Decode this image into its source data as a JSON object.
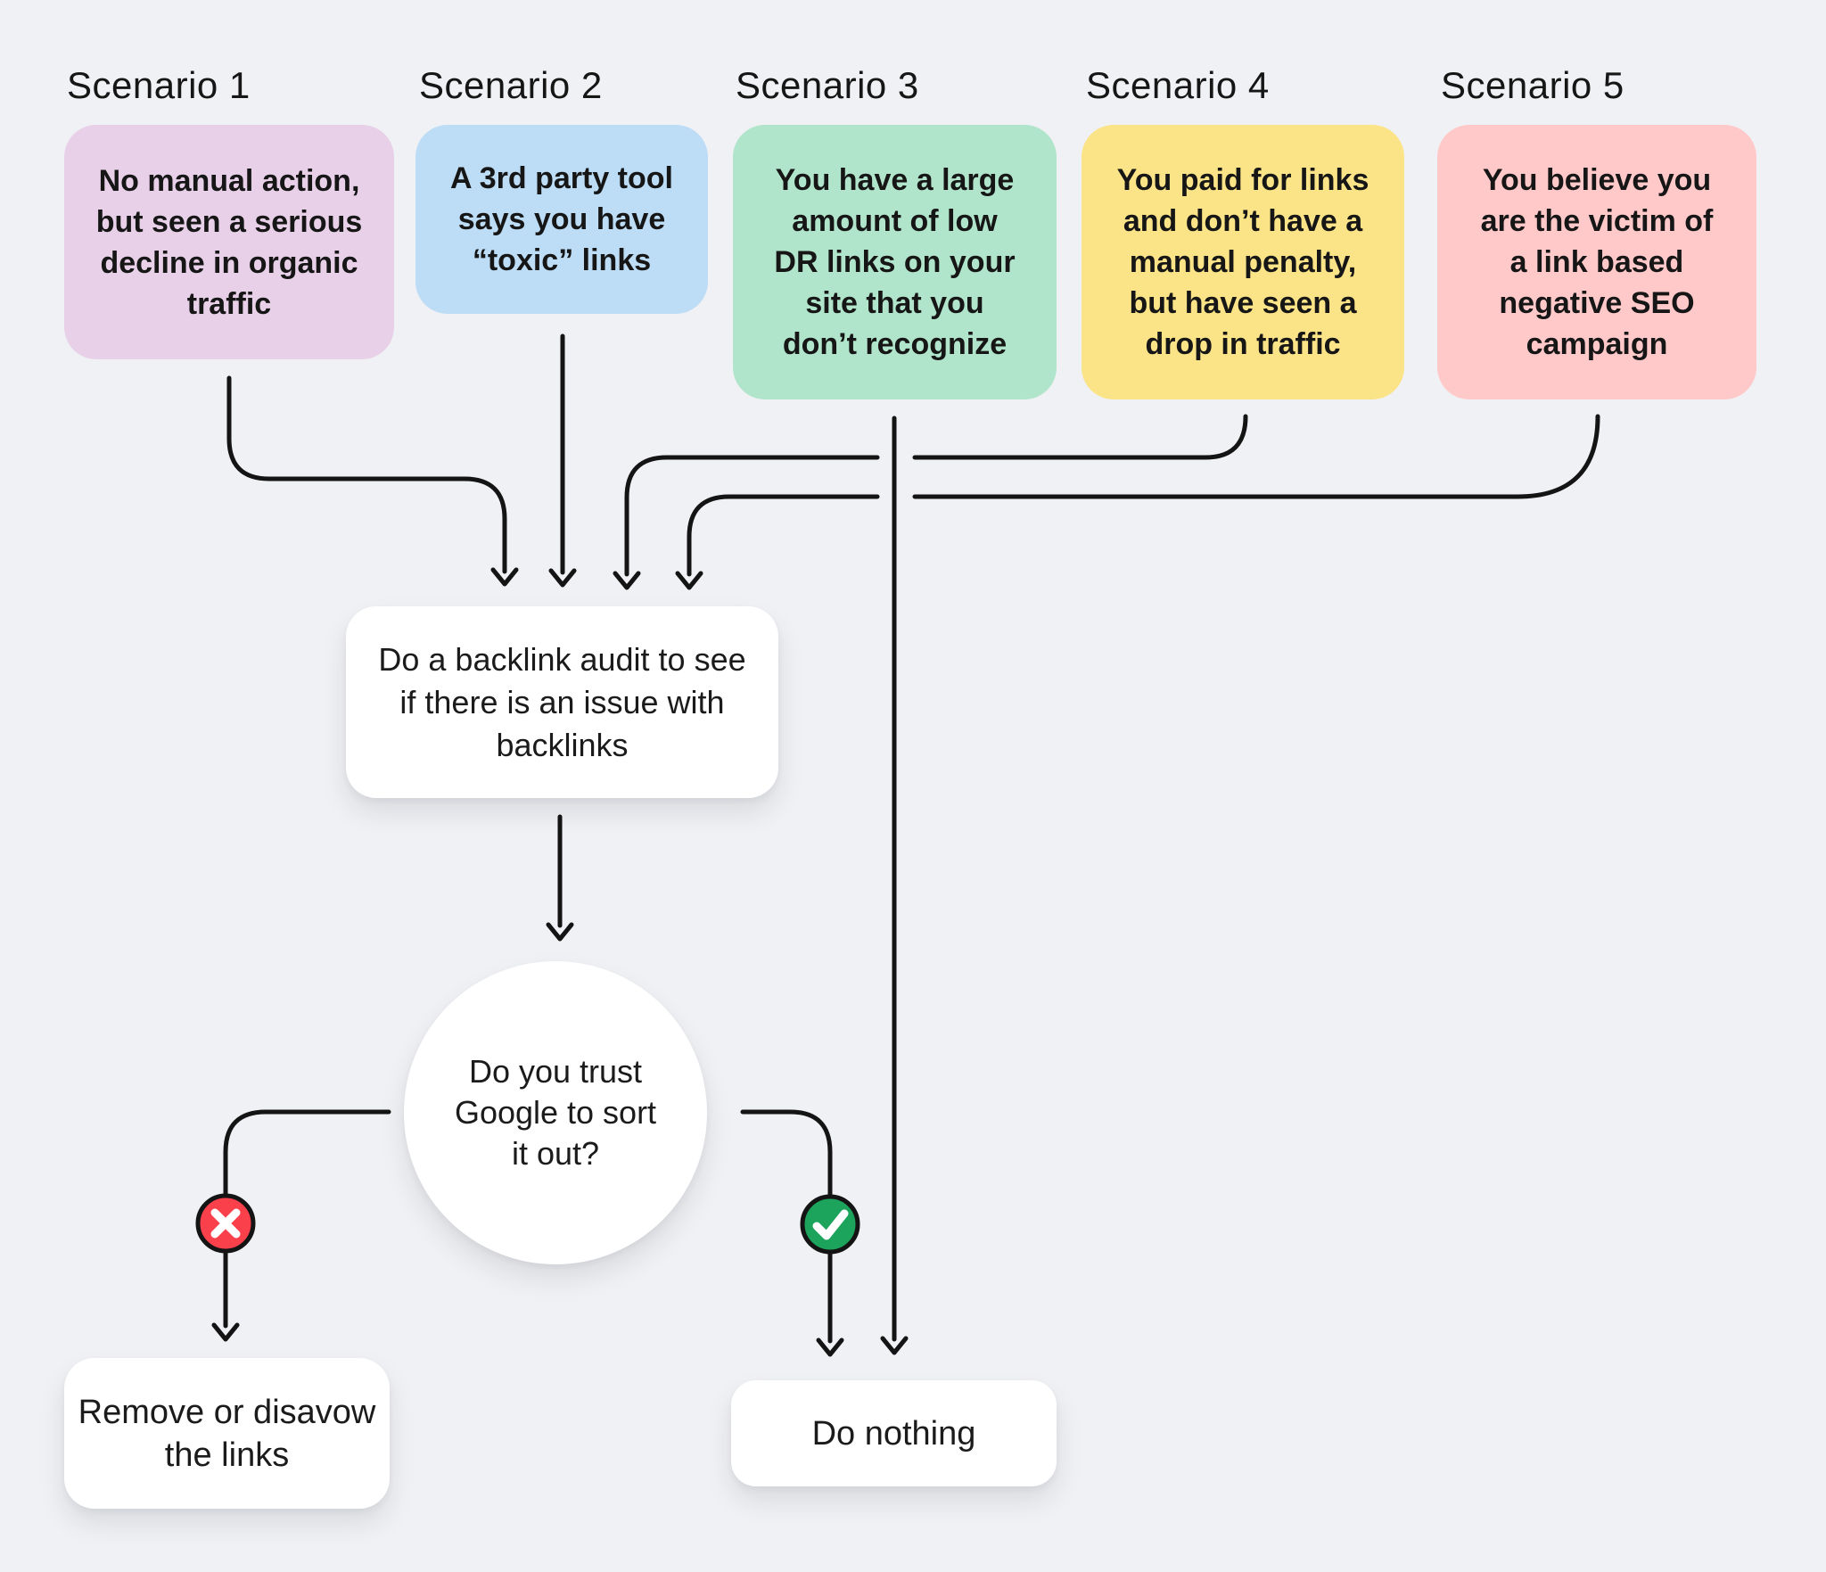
{
  "theme": {
    "background": "#F0F1F4",
    "connector": "#141414",
    "node_bg": "#FFFFFF",
    "text": "#1B1B1B"
  },
  "scenarios": [
    {
      "label": "Scenario 1",
      "color": "#E8D1E8",
      "text": "No manual action,\nbut seen a serious\ndecline in organic\ntraffic"
    },
    {
      "label": "Scenario 2",
      "color": "#BDDCF5",
      "text": "A 3rd party tool\nsays you have\n“toxic” links"
    },
    {
      "label": "Scenario 3",
      "color": "#B1E5CB",
      "text": "You have a large\namount of low\nDR links on your\nsite that you\ndon’t recognize"
    },
    {
      "label": "Scenario 4",
      "color": "#FBE387",
      "text": "You paid for links\nand don’t have a\nmanual penalty,\nbut have seen a\ndrop in traffic"
    },
    {
      "label": "Scenario 5",
      "color": "#FFC9CA",
      "text": "You believe you\nare the victim of\na link based\nnegative SEO\ncampaign"
    }
  ],
  "flow": {
    "audit": "Do a backlink audit to see\nif there is an issue with\nbacklinks",
    "decision": "Do you trust\nGoogle to sort\nit out?",
    "no_action": "Remove or disavow\nthe links",
    "yes_action": "Do nothing"
  },
  "markers": {
    "no_color": "#F9404B",
    "yes_color": "#1CA45C",
    "glyph_color": "#FFFFFF"
  }
}
